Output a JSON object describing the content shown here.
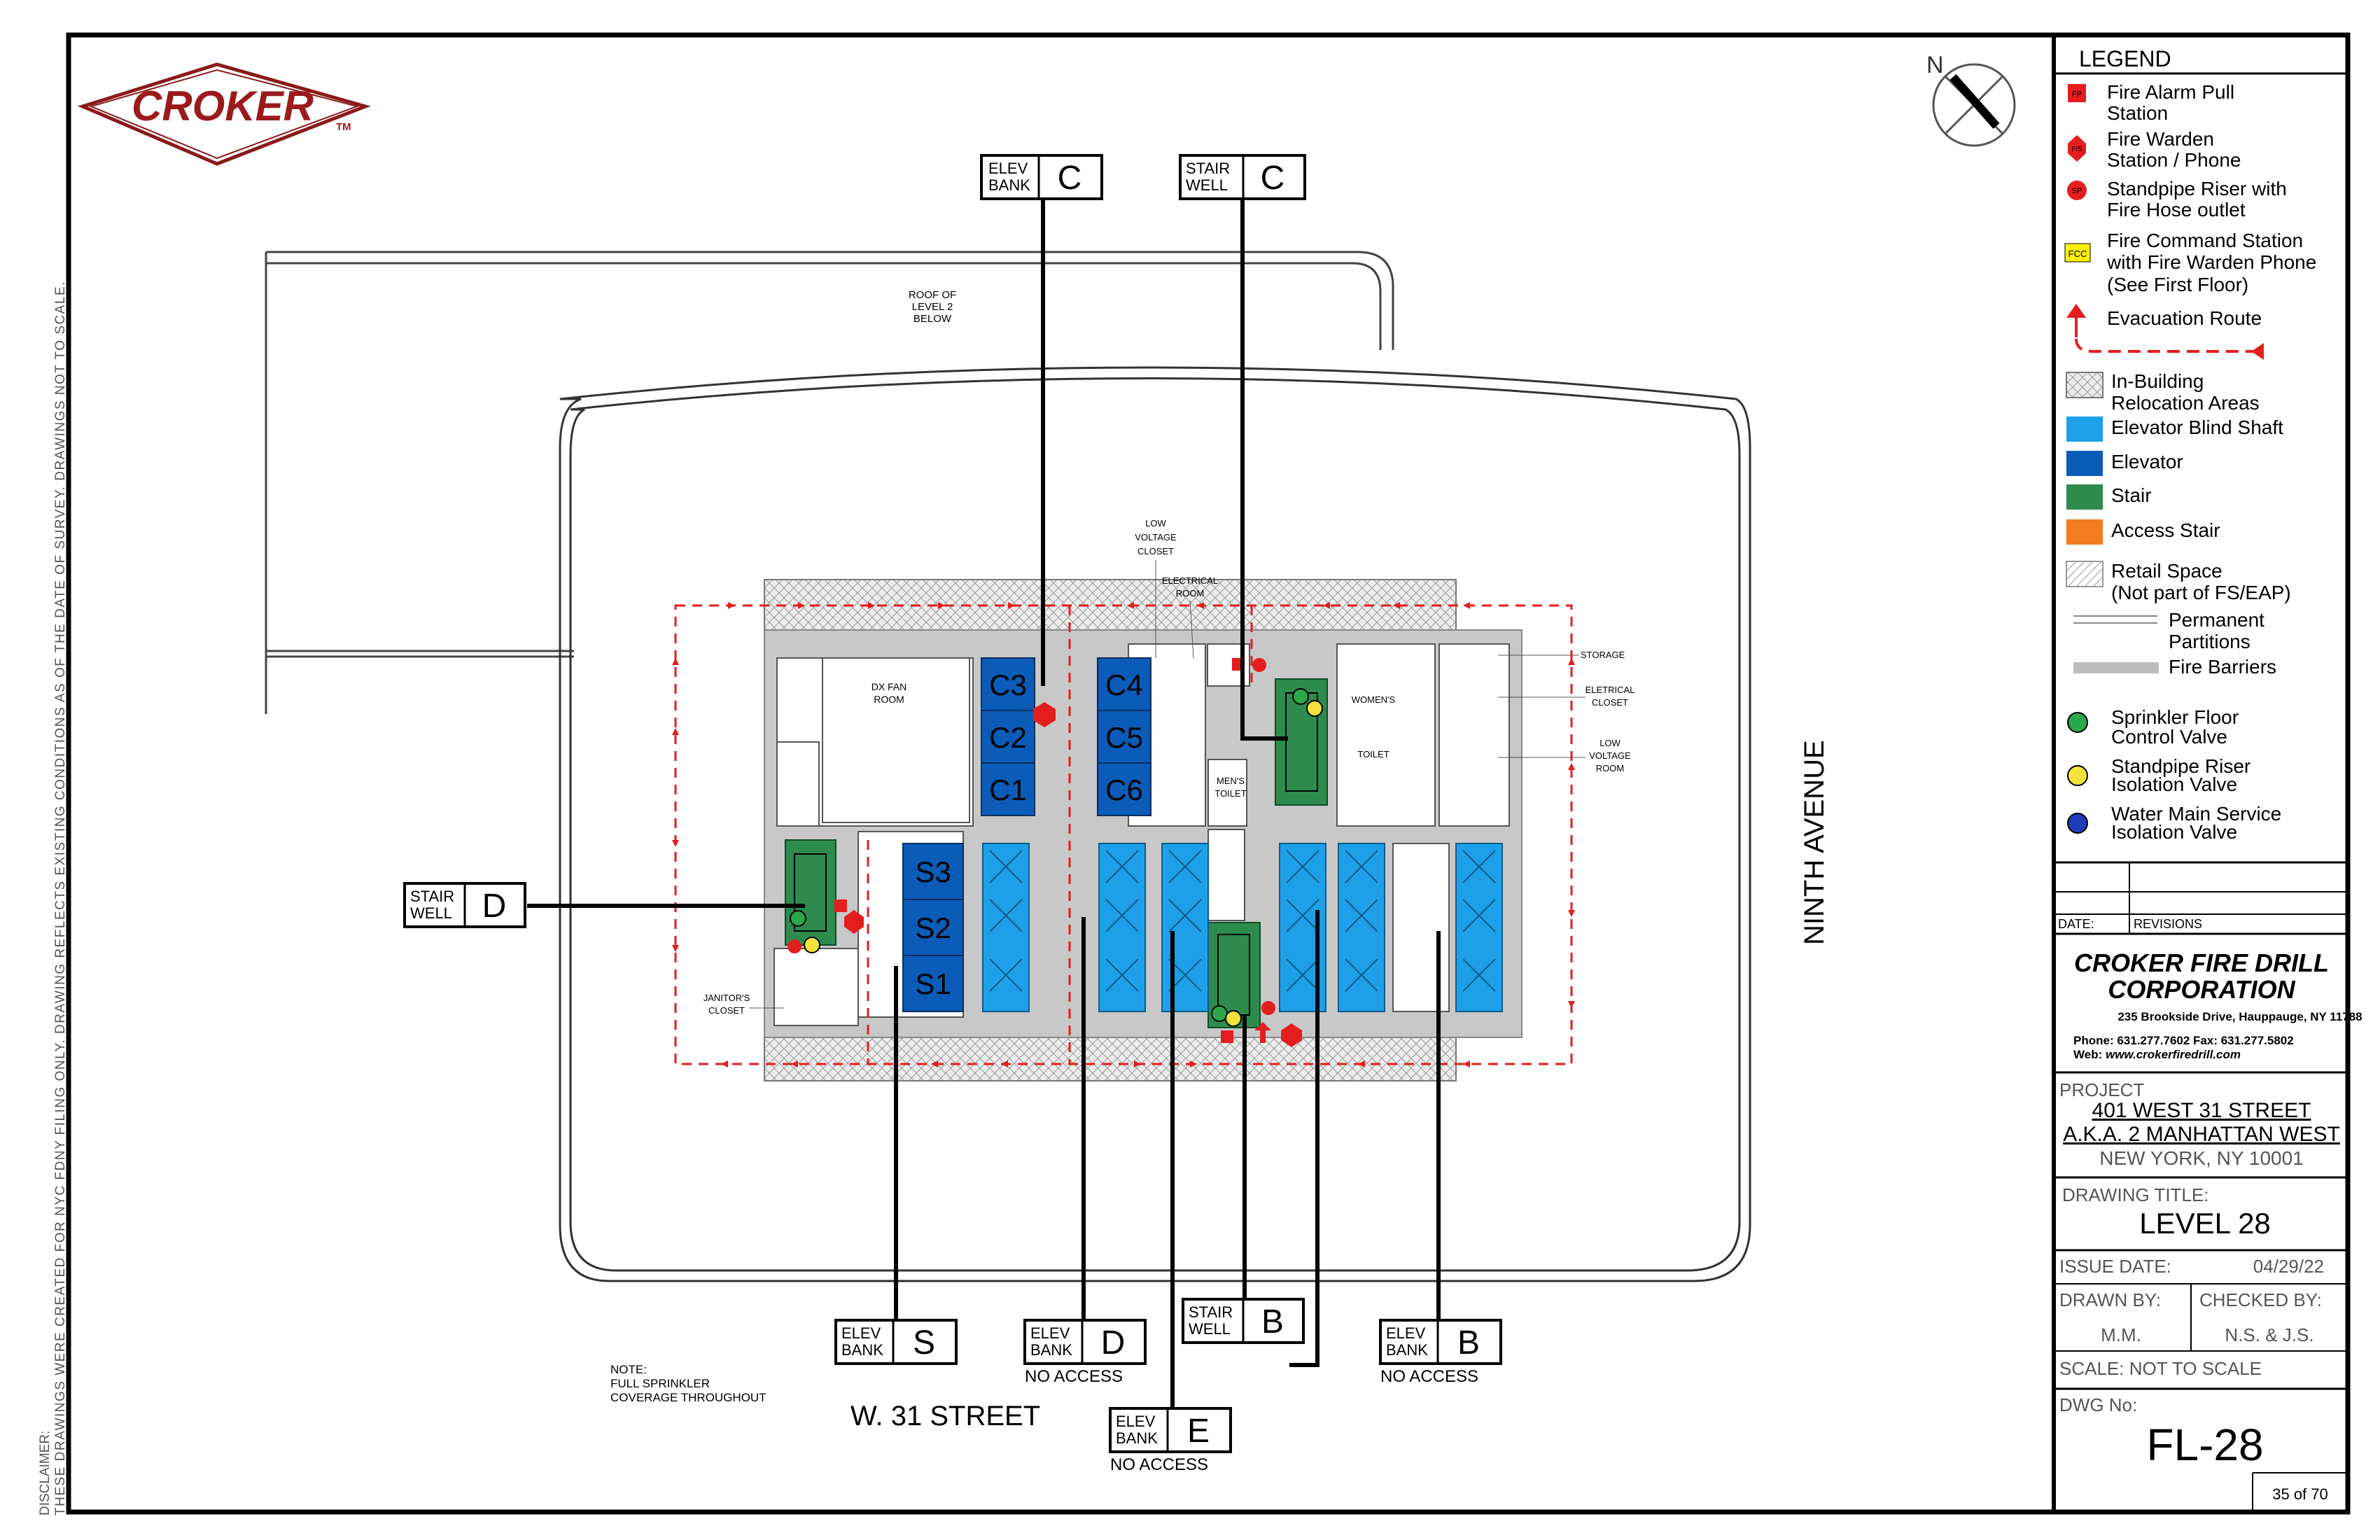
{
  "logo": {
    "name": "CROKER",
    "tm": "TM"
  },
  "compass": {
    "north_label": "N"
  },
  "disclaimer": {
    "line1": "DISCLAIMER:",
    "line2": "THESE DRAWINGS WERE CREATED FOR NYC FDNY FILING ONLY. DRAWING REFLECTS EXISTING CONDITIONS AS OF THE DATE OF SURVEY. DRAWINGS NOT TO SCALE."
  },
  "plan": {
    "roof_note": [
      "ROOF OF",
      "LEVEL 2",
      "BELOW"
    ],
    "street_south": "W. 31 STREET",
    "street_east": "NINTH AVENUE",
    "note": [
      "NOTE:",
      "FULL SPRINKLER",
      "COVERAGE THROUGHOUT"
    ],
    "rooms": {
      "dx_fan": [
        "DX FAN",
        "ROOM"
      ],
      "low_voltage_top": [
        "LOW",
        "VOLTAGE",
        "CLOSET"
      ],
      "electrical_room": [
        "ELECTRICAL",
        "ROOM"
      ],
      "mens_toilet": [
        "MEN'S",
        "TOILET"
      ],
      "womens_toilet": [
        "WOMEN'S",
        "TOILET"
      ],
      "storage": "STORAGE",
      "electrical_closet": [
        "ELETRICAL",
        "CLOSET"
      ],
      "low_voltage_room": [
        "LOW",
        "VOLTAGE",
        "ROOM"
      ],
      "janitors_closet": [
        "JANITOR'S",
        "CLOSET"
      ]
    },
    "elevators": {
      "bank_c_left": [
        "C3",
        "C2",
        "C1"
      ],
      "bank_c_right": [
        "C4",
        "C5",
        "C6"
      ],
      "bank_s": [
        "S3",
        "S2",
        "S1"
      ]
    },
    "callouts": [
      {
        "kind": [
          "ELEV",
          "BANK"
        ],
        "letter": "C",
        "sub": ""
      },
      {
        "kind": [
          "STAIR",
          "WELL"
        ],
        "letter": "C",
        "sub": ""
      },
      {
        "kind": [
          "STAIR",
          "WELL"
        ],
        "letter": "D",
        "sub": ""
      },
      {
        "kind": [
          "ELEV",
          "BANK"
        ],
        "letter": "S",
        "sub": ""
      },
      {
        "kind": [
          "ELEV",
          "BANK"
        ],
        "letter": "D",
        "sub": "NO ACCESS"
      },
      {
        "kind": [
          "STAIR",
          "WELL"
        ],
        "letter": "B",
        "sub": ""
      },
      {
        "kind": [
          "ELEV",
          "BANK"
        ],
        "letter": "B",
        "sub": "NO ACCESS"
      },
      {
        "kind": [
          "ELEV",
          "BANK"
        ],
        "letter": "E",
        "sub": "NO ACCESS"
      }
    ],
    "symbols": {
      "fp": "FP",
      "fw": "F/S",
      "sp": "SP"
    }
  },
  "legend": {
    "title": "LEGEND",
    "items": [
      {
        "icon": "FP",
        "label": [
          "Fire Alarm Pull",
          "Station"
        ]
      },
      {
        "icon": "F/S",
        "label": [
          "Fire Warden",
          "Station / Phone"
        ]
      },
      {
        "icon": "SP",
        "label": [
          "Standpipe Riser with",
          "Fire Hose outlet"
        ]
      },
      {
        "icon": "FCC",
        "label": [
          "Fire Command Station",
          "with Fire Warden Phone",
          "(See First Floor)"
        ]
      },
      {
        "icon": "",
        "label": [
          "Evacuation  Route"
        ]
      },
      {
        "icon": "",
        "label": [
          "In-Building",
          "Relocation Areas"
        ]
      },
      {
        "icon": "",
        "label": [
          "Elevator Blind Shaft"
        ]
      },
      {
        "icon": "",
        "label": [
          "Elevator"
        ]
      },
      {
        "icon": "",
        "label": [
          "Stair"
        ]
      },
      {
        "icon": "",
        "label": [
          "Access Stair"
        ]
      },
      {
        "icon": "",
        "label": [
          "Retail Space",
          "(Not part of FS/EAP)"
        ]
      },
      {
        "icon": "",
        "label": [
          "Permanent",
          "Partitions"
        ]
      },
      {
        "icon": "",
        "label": [
          "Fire Barriers"
        ]
      },
      {
        "icon": "",
        "label": [
          "Sprinkler Floor",
          "Control Valve"
        ]
      },
      {
        "icon": "",
        "label": [
          "Standpipe Riser",
          "Isolation Valve"
        ]
      },
      {
        "icon": "",
        "label": [
          "Water Main Service",
          "Isolation Valve"
        ]
      }
    ]
  },
  "titleblock": {
    "date_label": "DATE:",
    "revisions_label": "REVISIONS",
    "company": [
      "CROKER FIRE DRILL",
      "CORPORATION"
    ],
    "address": "235 Brookside Drive, Hauppauge, NY 11788",
    "phone": "Phone: 631.277.7602  Fax: 631.277.5802",
    "web_label": "Web: ",
    "web": "www.crokerfiredrill.com",
    "project_label": "PROJECT",
    "project": [
      "401 WEST 31 STREET",
      "A.K.A. 2 MANHATTAN WEST",
      "NEW YORK, NY 10001"
    ],
    "drawing_title_label": "DRAWING TITLE:",
    "drawing_title": "LEVEL 28",
    "issue_date_label": "ISSUE DATE:",
    "issue_date": "04/29/22",
    "drawn_by_label": "DRAWN BY:",
    "drawn_by": "M.M.",
    "checked_by_label": "CHECKED BY:",
    "checked_by": "N.S. & J.S.",
    "scale": "SCALE: NOT TO SCALE",
    "dwg_label": "DWG No:",
    "dwg": "FL-28",
    "page": "35 of 70"
  },
  "colors": {
    "elevator": "#0a5cb8",
    "blind_shaft": "#1ea0e8",
    "stair": "#2e8b4e",
    "access_stair": "#f57c1f",
    "evac": "#e41e1e",
    "wall": "#c8c8c8",
    "logo_red": "#9b1b1b"
  }
}
